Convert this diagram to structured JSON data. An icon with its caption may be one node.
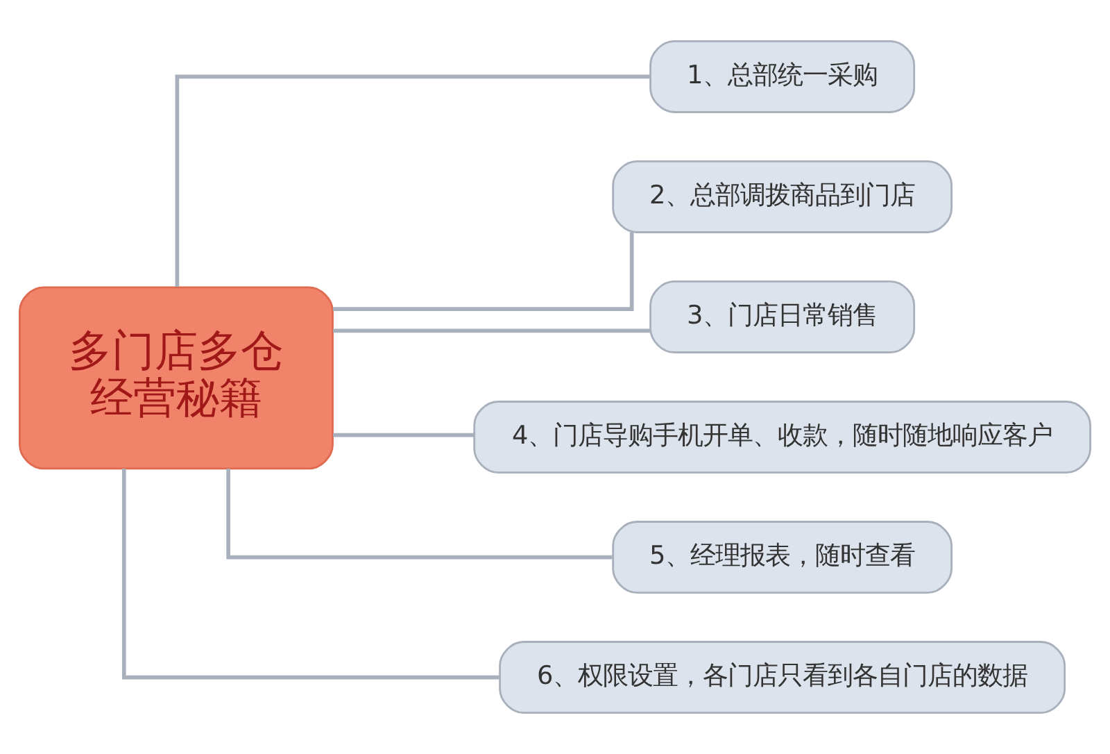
{
  "diagram": {
    "nodes": [
      {
        "text": [
          "多门店多仓经营秘籍"
        ]
      },
      {
        "text": [
          "1、总部统一采购"
        ]
      },
      {
        "text": [
          "2、总部调拨商品到门店"
        ]
      },
      {
        "text": [
          "3、门店日常销售"
        ]
      },
      {
        "text": [
          "4、门店导购手机开单、收款，随时随地响应客户"
        ]
      },
      {
        "text": [
          "5、经理报表，随时查看"
        ]
      },
      {
        "text": [
          "6、权限设置，各门店只看到各自门店的数据"
        ]
      }
    ],
    "edges": [
      {
        "from": 0,
        "to": 1,
        "arrow": "none"
      },
      {
        "from": 0,
        "to": 2,
        "arrow": "none"
      },
      {
        "from": 0,
        "to": 3,
        "arrow": "none"
      },
      {
        "from": 0,
        "to": 4,
        "arrow": "none"
      },
      {
        "from": 0,
        "to": 5,
        "arrow": "none"
      },
      {
        "from": 0,
        "to": 6,
        "arrow": "none"
      }
    ]
  }
}
